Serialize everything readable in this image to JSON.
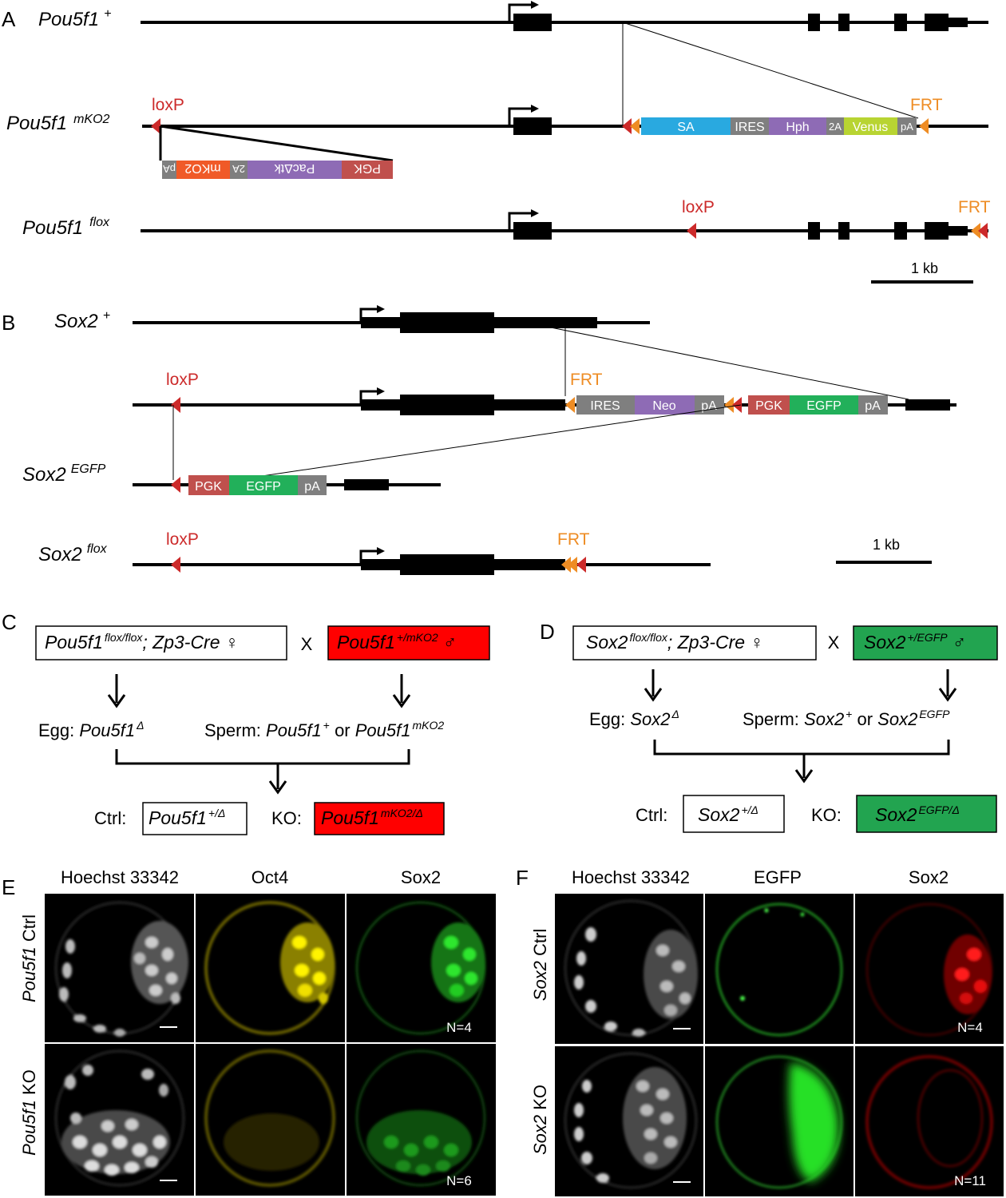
{
  "panels": {
    "a": "A",
    "b": "B",
    "c": "C",
    "d": "D",
    "e": "E",
    "f": "F"
  },
  "panel_a": {
    "wt": {
      "name": "Pou5f1",
      "sup": "+"
    },
    "mko2": {
      "name": "Pou5f1",
      "sup": "mKO2"
    },
    "flox": {
      "name": "Pou5f1",
      "sup": "flox"
    },
    "loxp": "loxP",
    "frt": "FRT",
    "cassette": {
      "sa": "SA",
      "ires": "IRES",
      "hph": "Hph",
      "t2a": "2A",
      "venus": "Venus",
      "pa": "pA"
    },
    "inverted": {
      "pa": "pA",
      "mko2": "mKO2",
      "t2a": "2A",
      "pac": "PacΔtk",
      "pgk": "PGK"
    },
    "scale": "1 kb"
  },
  "panel_b": {
    "wt": {
      "name": "Sox2",
      "sup": "+"
    },
    "egfp": {
      "name": "Sox2",
      "sup": "EGFP"
    },
    "flox": {
      "name": "Sox2",
      "sup": "flox"
    },
    "loxp": "loxP",
    "frt": "FRT",
    "cassette": {
      "ires": "IRES",
      "neo": "Neo",
      "pa": "pA",
      "pgk": "PGK",
      "egfp": "EGFP"
    },
    "scale": "1 kb"
  },
  "panel_c": {
    "female": {
      "gene": "Pou5f1",
      "sup": "flox/flox",
      "rest": "; Zp3-Cre ♀"
    },
    "cross": "X",
    "male": {
      "gene": "Pou5f1",
      "sup": "+/mKO2",
      "rest": " ♂"
    },
    "egg_label": "Egg: ",
    "egg": {
      "gene": "Pou5f1",
      "sup": "Δ"
    },
    "sperm_label": "Sperm: ",
    "sperm_a": {
      "gene": "Pou5f1",
      "sup": "+"
    },
    "or": " or ",
    "sperm_b": {
      "gene": "Pou5f1",
      "sup": "mKO2"
    },
    "ctrl_label": "Ctrl:",
    "ctrl": {
      "gene": "Pou5f1",
      "sup": "+/Δ"
    },
    "ko_label": "KO:",
    "ko": {
      "gene": "Pou5f1",
      "sup": "mKO2/Δ"
    },
    "male_color": "#ff0000"
  },
  "panel_d": {
    "female": {
      "gene": "Sox2",
      "sup": "flox/flox",
      "rest": "; Zp3-Cre ♀"
    },
    "cross": "X",
    "male": {
      "gene": "Sox2",
      "sup": "+/EGFP",
      "rest": " ♂"
    },
    "egg_label": "Egg: ",
    "egg": {
      "gene": "Sox2",
      "sup": "Δ"
    },
    "sperm_label": "Sperm: ",
    "sperm_a": {
      "gene": "Sox2",
      "sup": "+"
    },
    "or": " or ",
    "sperm_b": {
      "gene": "Sox2",
      "sup": "EGFP"
    },
    "ctrl_label": "Ctrl:",
    "ctrl": {
      "gene": "Sox2",
      "sup": "+/Δ"
    },
    "ko_label": "KO:",
    "ko": {
      "gene": "Sox2",
      "sup": "EGFP/Δ"
    },
    "male_color": "#22a450"
  },
  "panel_e": {
    "columns": [
      "Hoechst 33342",
      "Oct4",
      "Sox2"
    ],
    "row1": {
      "gene": "Pou5f1",
      "suffix": " Ctrl"
    },
    "row2": {
      "gene": "Pou5f1",
      "suffix": " KO"
    },
    "n1": "N=4",
    "n2": "N=6"
  },
  "panel_f": {
    "columns": [
      "Hoechst 33342",
      "EGFP",
      "Sox2"
    ],
    "row1": {
      "gene": "Sox2",
      "suffix": " Ctrl"
    },
    "row2": {
      "gene": "Sox2",
      "suffix": " KO"
    },
    "n1": "N=4",
    "n2": "N=11"
  },
  "colors": {
    "loxp": "#cc2a2a",
    "frt": "#ee8c24",
    "sa": "#29a9e0",
    "gray": "#7f7f7f",
    "purple": "#8e6bb5",
    "venus": "#b8d432",
    "mko2": "#f05a28",
    "pgk": "#c0504d",
    "egfp": "#22b05a"
  },
  "icons": [
    "arrow-down-icon",
    "promoter-arrow-icon",
    "loxp-triangle-icon",
    "frt-triangle-icon"
  ]
}
